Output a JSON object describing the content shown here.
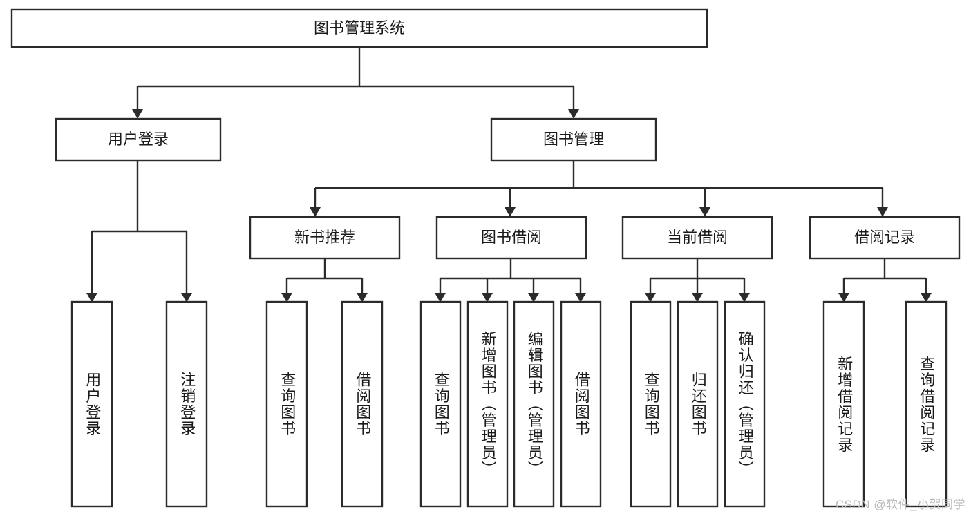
{
  "diagram": {
    "title": "图书管理系统",
    "type": "hierarchy-tree",
    "watermark": "CSDN @软件_小贺同学",
    "colors": {
      "box_stroke": "#2b2b2b",
      "box_fill": "#ffffff",
      "line": "#2b2b2b",
      "text": "#1a1a1a",
      "watermark": "#b9b9b9",
      "background": "#ffffff"
    },
    "levels": {
      "root": {
        "label": "图书管理系统",
        "orientation": "horizontal"
      },
      "level1": [
        {
          "label": "用户登录",
          "orientation": "horizontal"
        },
        {
          "label": "图书管理",
          "orientation": "horizontal"
        }
      ],
      "level2": [
        {
          "label": "新书推荐",
          "orientation": "horizontal"
        },
        {
          "label": "图书借阅",
          "orientation": "horizontal"
        },
        {
          "label": "当前借阅",
          "orientation": "horizontal"
        },
        {
          "label": "借阅记录",
          "orientation": "horizontal"
        }
      ],
      "leaves": {
        "user_login": [
          {
            "label": "用户登录",
            "orientation": "vertical"
          },
          {
            "label": "注销登录",
            "orientation": "vertical"
          }
        ],
        "new_book_recommend": [
          {
            "label": "查询图书",
            "orientation": "vertical"
          },
          {
            "label": "借阅图书",
            "orientation": "vertical"
          }
        ],
        "book_borrow": [
          {
            "label": "查询图书",
            "orientation": "vertical"
          },
          {
            "label": "新增图书（管理员）",
            "orientation": "vertical"
          },
          {
            "label": "编辑图书（管理员）",
            "orientation": "vertical"
          },
          {
            "label": "借阅图书",
            "orientation": "vertical"
          }
        ],
        "current_borrow": [
          {
            "label": "查询图书",
            "orientation": "vertical"
          },
          {
            "label": "归还图书",
            "orientation": "vertical"
          },
          {
            "label": "确认归还（管理员）",
            "orientation": "vertical"
          }
        ],
        "borrow_record": [
          {
            "label": "新增借阅记录",
            "orientation": "vertical"
          },
          {
            "label": "查询借阅记录",
            "orientation": "vertical"
          }
        ]
      }
    }
  }
}
